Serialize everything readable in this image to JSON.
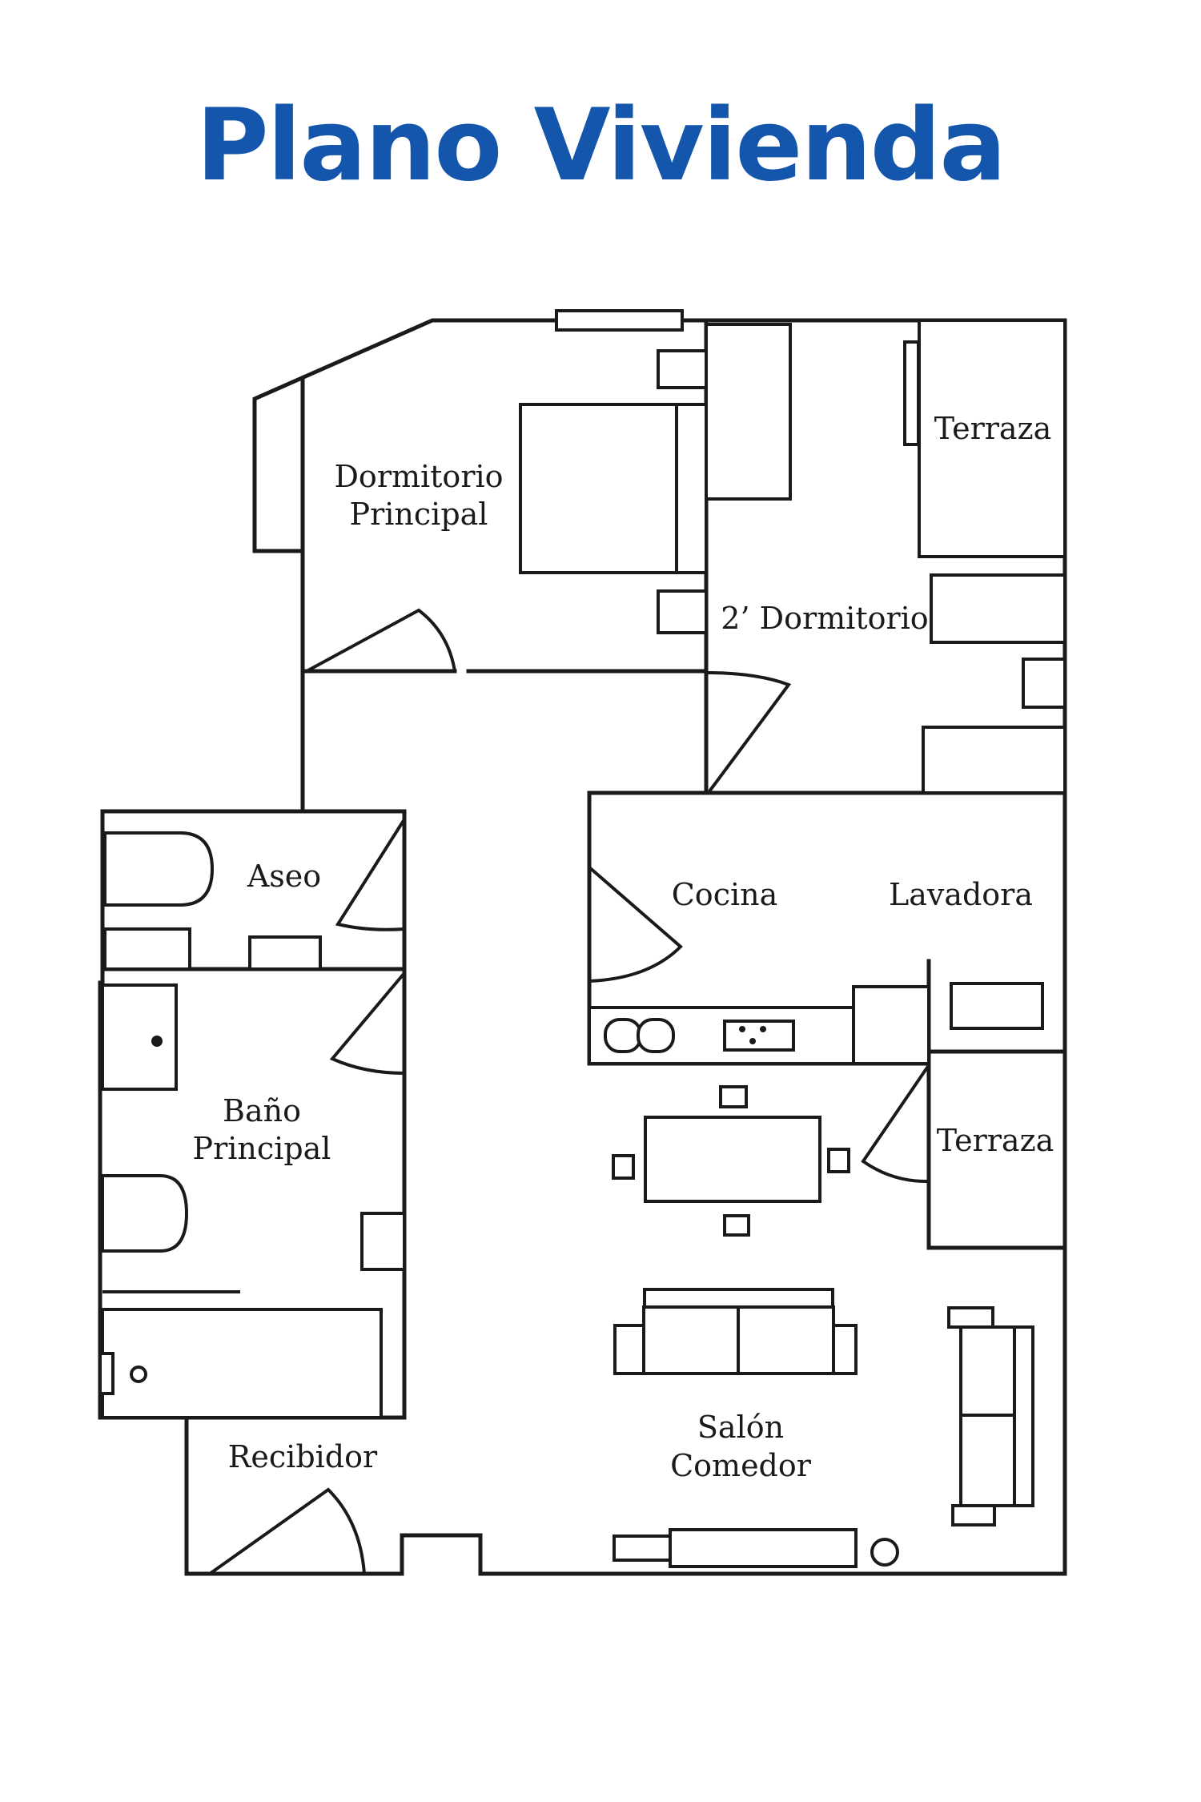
{
  "title": "Plano Vivienda",
  "rooms": {
    "dormitorio_principal": [
      "Dormitorio",
      "Principal"
    ],
    "terraza_1": "Terraza",
    "segundo_dormitorio": "2’ Dormitorio",
    "aseo": "Aseo",
    "cocina": "Cocina",
    "lavadora": "Lavadora",
    "bano_principal": [
      "Baño",
      "Principal"
    ],
    "terraza_2": "Terraza",
    "recibidor": "Recibidor",
    "salon_comedor": [
      "Salón",
      "Comedor"
    ]
  },
  "colors": {
    "title": "#1456ac",
    "lines": "#1a1a1a"
  }
}
